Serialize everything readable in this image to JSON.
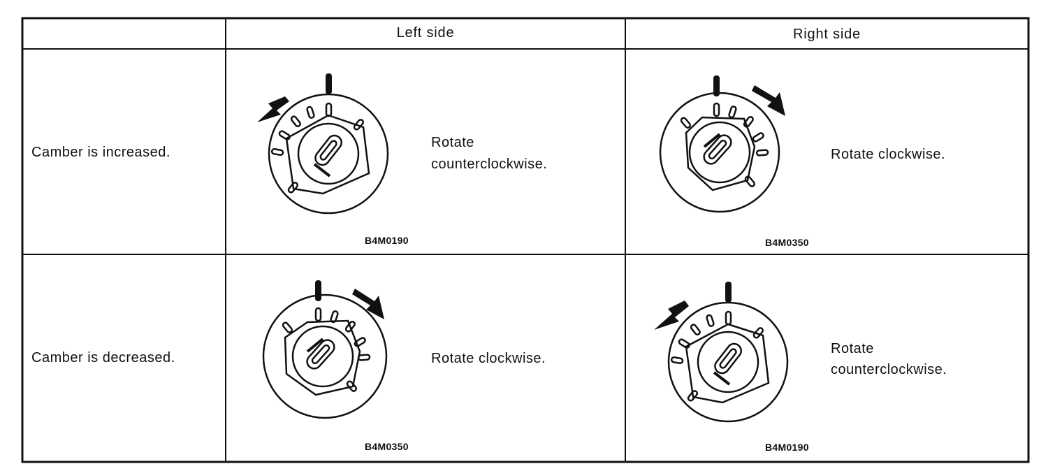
{
  "table": {
    "headers": {
      "corner": "",
      "left": "Left side",
      "right": "Right side"
    },
    "rows": [
      {
        "condition": "Camber is increased.",
        "left": {
          "instruction_line1": "Rotate",
          "instruction_line2": "counterclockwise.",
          "figure_code": "B4M0190",
          "arrow_icon": "arrow-counterclockwise-icon"
        },
        "right": {
          "instruction_line1": "Rotate clockwise.",
          "instruction_line2": "",
          "figure_code": "B4M0350",
          "arrow_icon": "arrow-clockwise-icon"
        }
      },
      {
        "condition": "Camber is decreased.",
        "left": {
          "instruction_line1": "Rotate clockwise.",
          "instruction_line2": "",
          "figure_code": "B4M0350",
          "arrow_icon": "arrow-clockwise-icon"
        },
        "right": {
          "instruction_line1": "Rotate",
          "instruction_line2": "counterclockwise.",
          "figure_code": "B4M0190",
          "arrow_icon": "arrow-counterclockwise-icon"
        }
      }
    ]
  },
  "colors": {
    "ink": "#111111",
    "paper": "#ffffff"
  }
}
